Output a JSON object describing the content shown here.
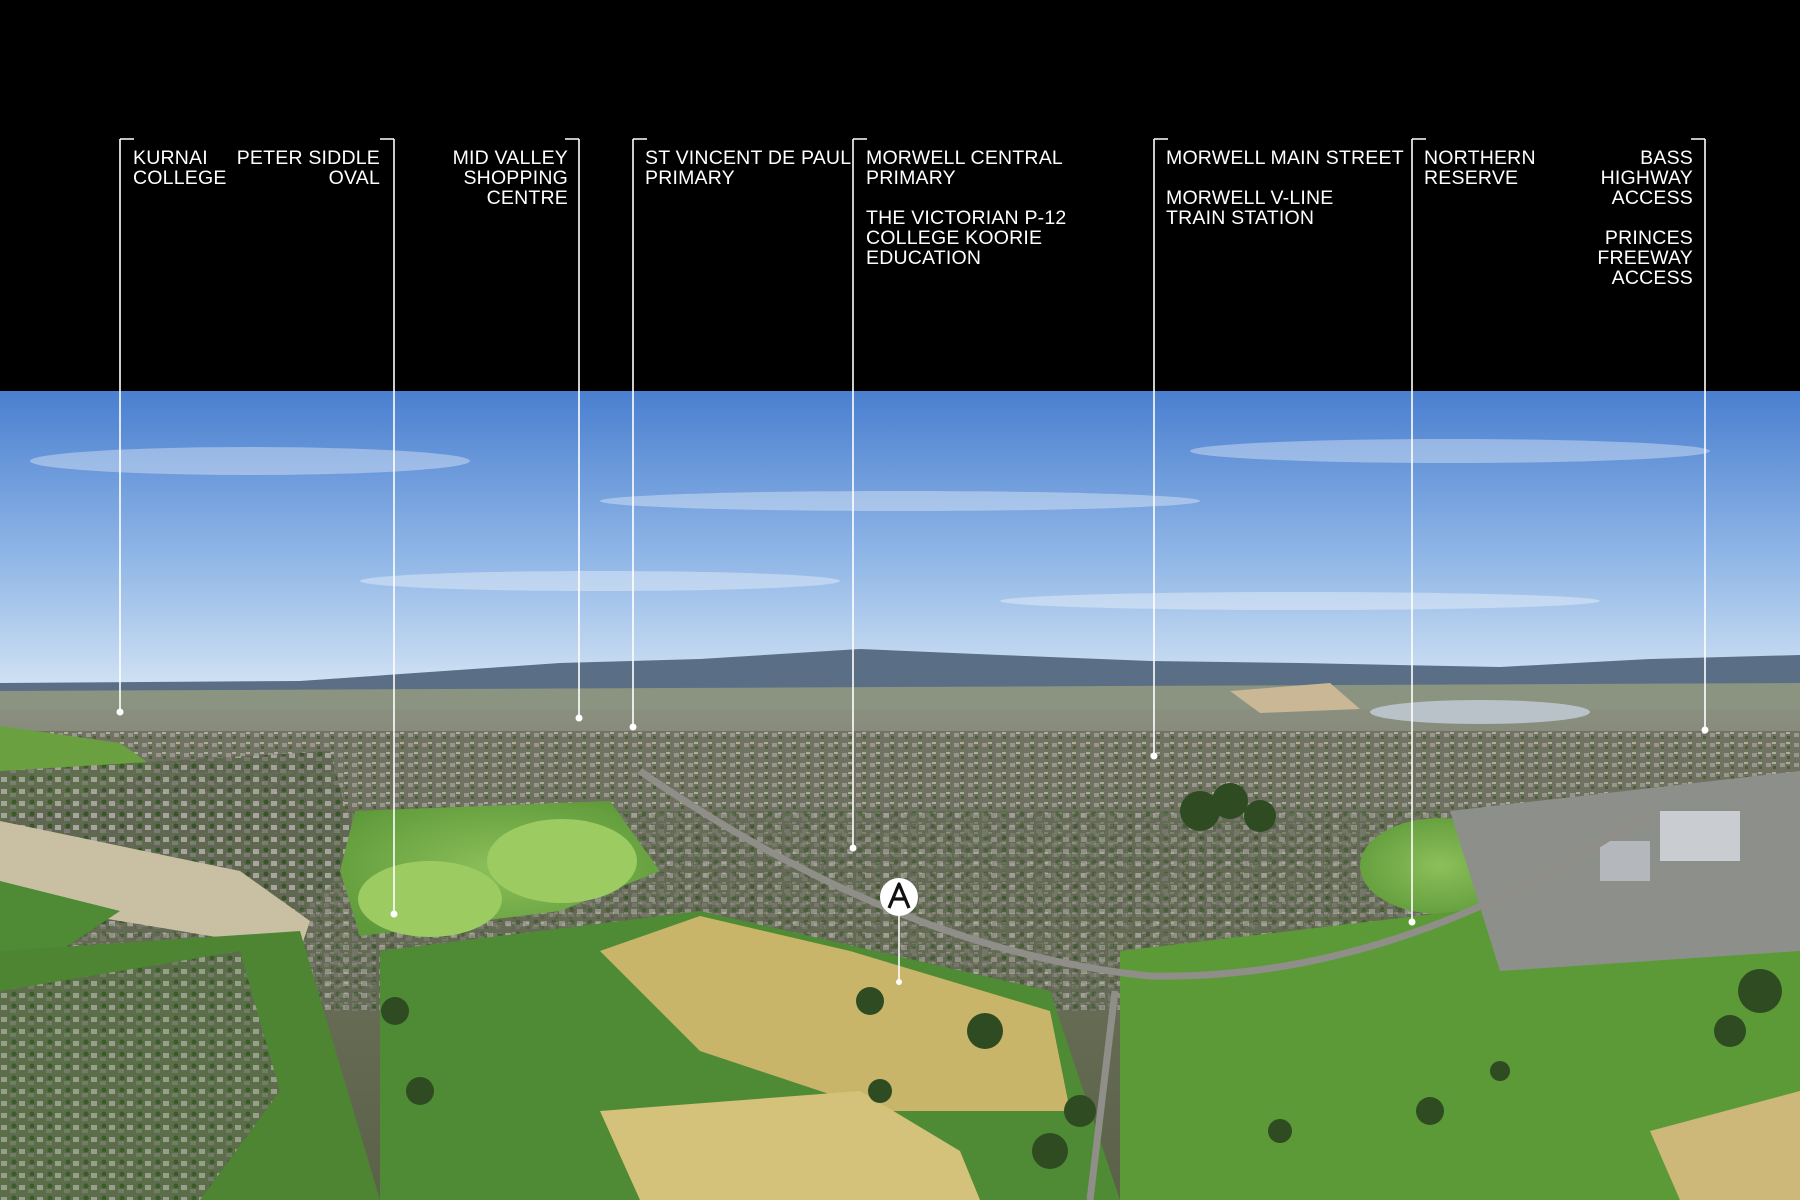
{
  "callouts": [
    {
      "id": "kurnai-college",
      "side": "left",
      "lines": [
        "KURNAI",
        "COLLEGE"
      ]
    },
    {
      "id": "peter-siddle-oval",
      "side": "right",
      "lines": [
        "PETER SIDDLE",
        "OVAL"
      ]
    },
    {
      "id": "mid-valley-shopping-centre",
      "side": "right",
      "lines": [
        "MID VALLEY",
        "SHOPPING",
        "CENTRE"
      ]
    },
    {
      "id": "st-vincent-de-paul-primary",
      "side": "left",
      "lines": [
        "ST VINCENT DE PAUL",
        "PRIMARY"
      ]
    },
    {
      "id": "morwell-central-primary",
      "side": "left",
      "lines": [
        "MORWELL CENTRAL",
        "PRIMARY",
        "",
        "THE VICTORIAN P-12",
        "COLLEGE KOORIE",
        "EDUCATION"
      ]
    },
    {
      "id": "morwell-main-street",
      "side": "left",
      "lines": [
        "MORWELL MAIN STREET",
        "",
        "MORWELL V-LINE",
        "TRAIN STATION"
      ]
    },
    {
      "id": "northern-reserve",
      "side": "left",
      "lines": [
        "NORTHERN",
        "RESERVE"
      ]
    },
    {
      "id": "bass-highway-access",
      "side": "right",
      "lines": [
        "BASS",
        "HIGHWAY",
        "ACCESS",
        "",
        "PRINCES",
        "FREEWAY",
        "ACCESS"
      ]
    }
  ],
  "colors": {
    "band": "#000000",
    "callout": "#ffffff",
    "sky_top": "#4a7fd0",
    "sky_horizon": "#cfe0f3",
    "grass": "#4f8a34",
    "dry_field": "#c9b56a",
    "suburb": "#6d6e5e"
  },
  "icons": {
    "site_marker": "site-marker-icon"
  }
}
